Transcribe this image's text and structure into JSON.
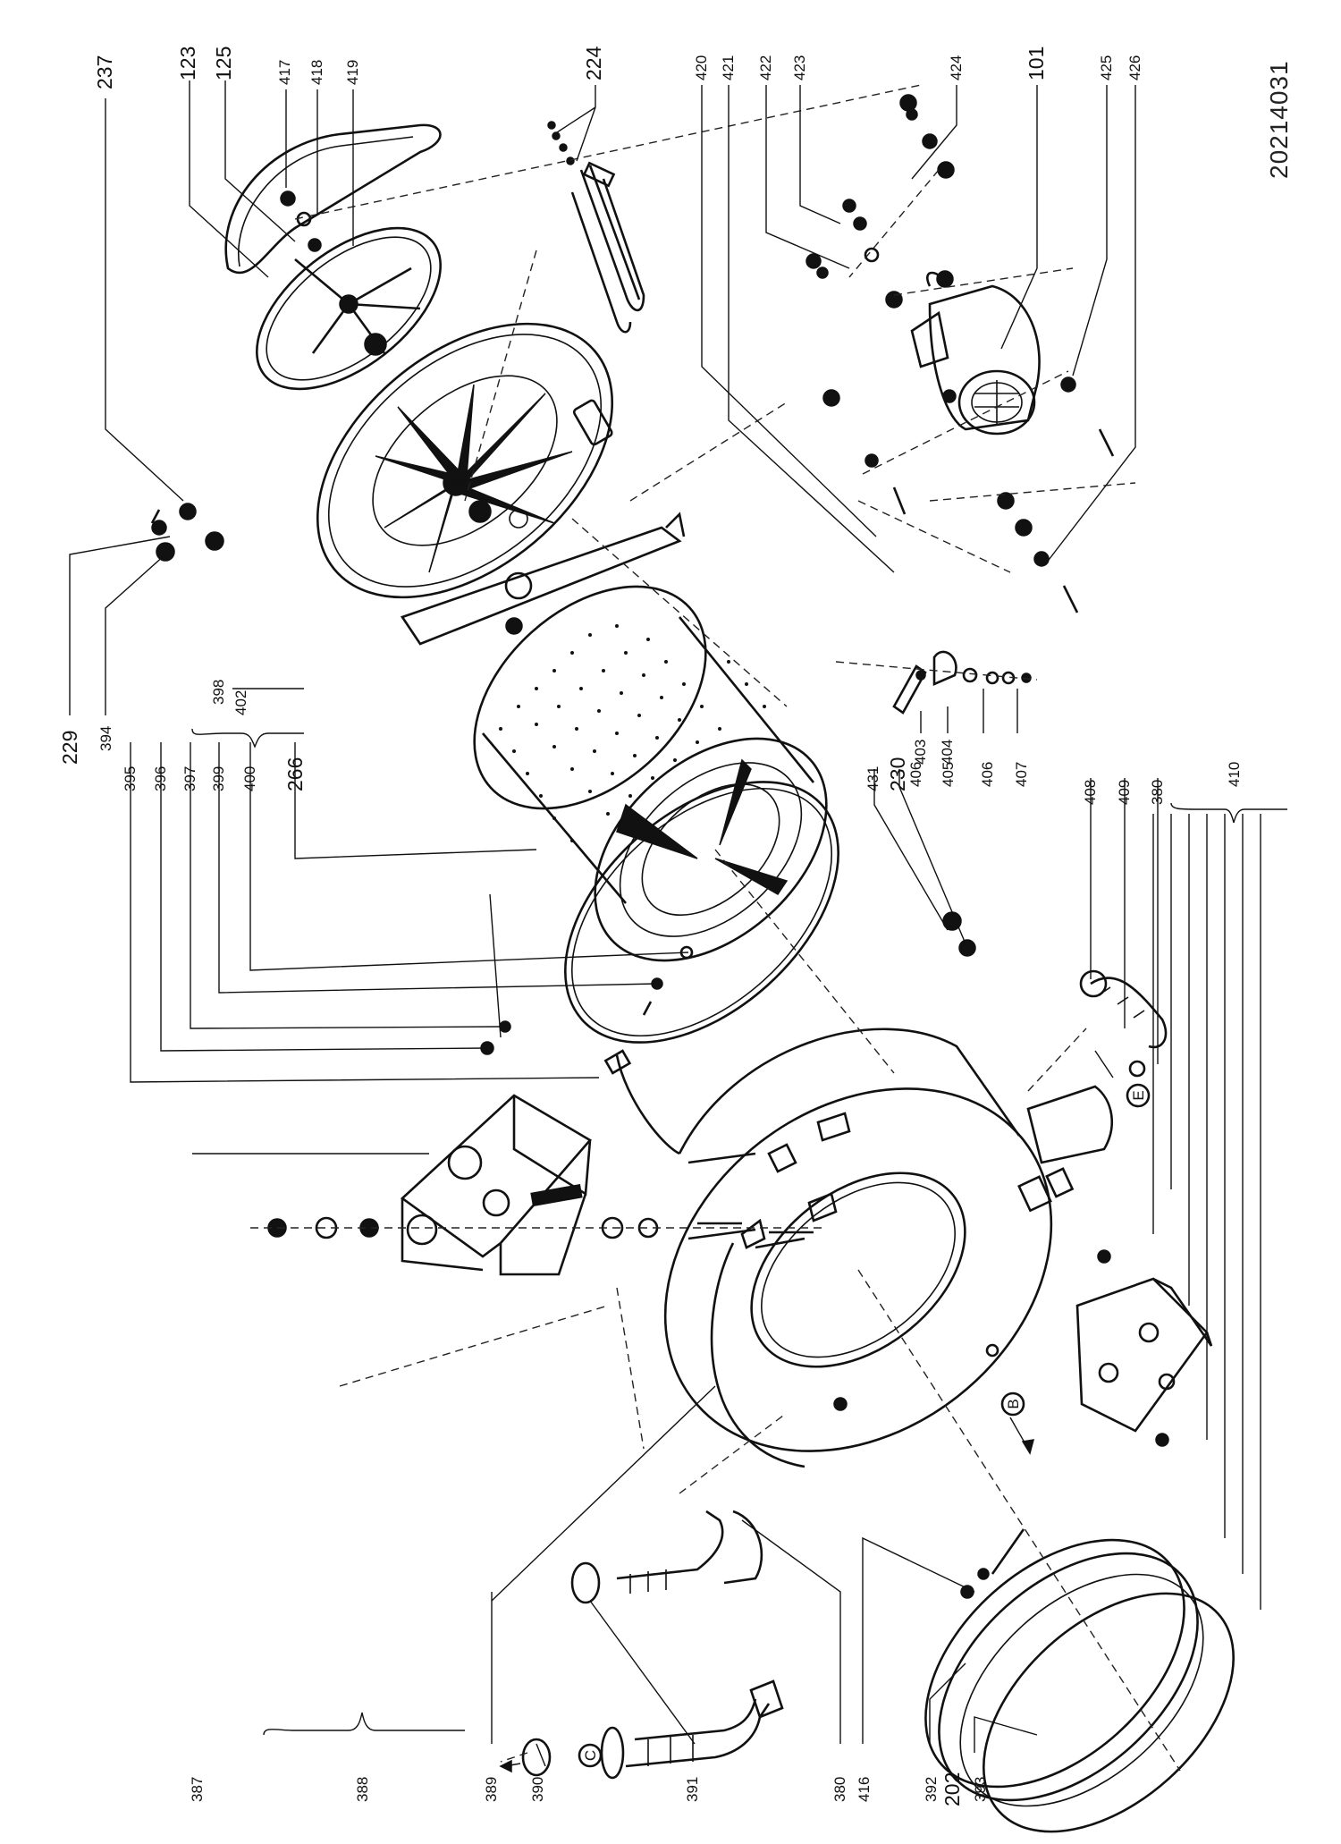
{
  "document_code": "20214031",
  "callouts": {
    "c237": "237",
    "c123": "123",
    "c125": "125",
    "c417": "417",
    "c418": "418",
    "c419": "419",
    "c224": "224",
    "c420": "420",
    "c421": "421",
    "c422": "422",
    "c423": "423",
    "c424": "424",
    "c101": "101",
    "c425": "425",
    "c426": "426",
    "c229": "229",
    "c394": "394",
    "c398": "398",
    "c402": "402",
    "c395": "395",
    "c396": "396",
    "c397": "397",
    "c399": "399",
    "c400": "400",
    "c266": "266",
    "c431": "431",
    "c230": "230",
    "c403": "403",
    "c404": "404",
    "c406a": "406",
    "c405": "405",
    "c406b": "406",
    "c407": "407",
    "c408": "408",
    "c409": "409",
    "c380a": "380",
    "c410": "410",
    "c387": "387",
    "c388": "388",
    "c389": "389",
    "c390": "390",
    "c391": "391",
    "c380b": "380",
    "c416": "416",
    "c392": "392",
    "c202": "202",
    "c393": "393"
  },
  "markers": {
    "b": "B",
    "c": "C",
    "e": "E"
  }
}
